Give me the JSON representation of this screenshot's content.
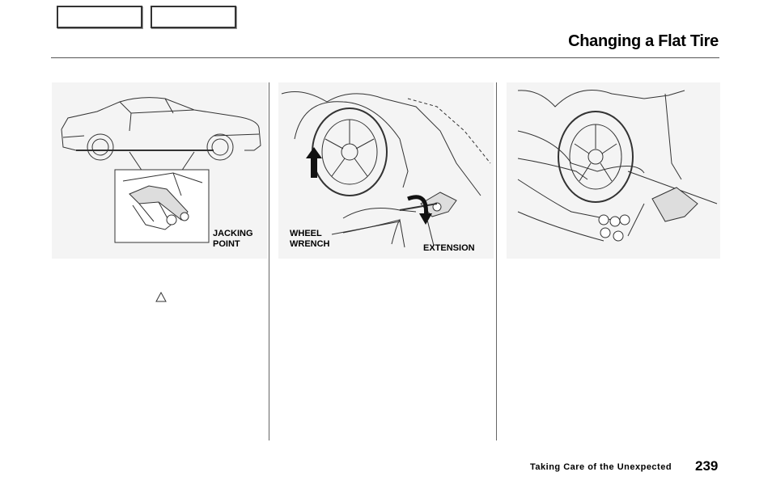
{
  "header": {
    "nav_buttons": [
      {
        "label": ""
      },
      {
        "label": ""
      }
    ],
    "title": "Changing a Flat Tire"
  },
  "figures": [
    {
      "callouts": [
        {
          "text": "JACKING\nPOINT"
        }
      ]
    },
    {
      "callouts": [
        {
          "text": "WHEEL\nWRENCH"
        },
        {
          "text": "EXTENSION"
        }
      ]
    },
    {
      "callouts": []
    }
  ],
  "icons": {
    "warning": "warning-triangle-icon"
  },
  "footer": {
    "section": "Taking Care of the Unexpected",
    "page_number": "239"
  }
}
